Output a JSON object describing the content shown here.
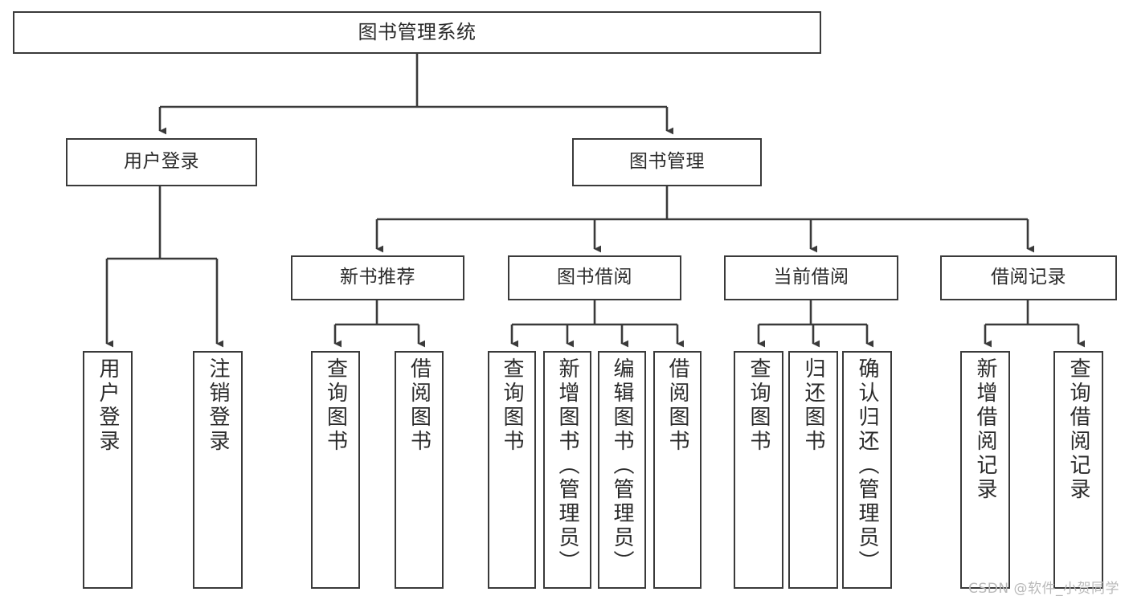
{
  "diagram": {
    "type": "tree",
    "title": "图书管理系统",
    "watermark": "CSDN @软件_小贺同学",
    "colors": {
      "stroke": "#3a3a3a",
      "fill": "#ffffff",
      "text": "#2b2b2b",
      "watermark": "#b9b9b9"
    },
    "root": {
      "label": "图书管理系统"
    },
    "level1": [
      {
        "label": "用户登录"
      },
      {
        "label": "图书管理"
      }
    ],
    "level2": [
      {
        "label": "新书推荐"
      },
      {
        "label": "图书借阅"
      },
      {
        "label": "当前借阅"
      },
      {
        "label": "借阅记录"
      }
    ],
    "leaves": {
      "user_login": [
        {
          "label": "用户登录"
        },
        {
          "label": "注销登录"
        }
      ],
      "new_book": [
        {
          "label": "查询图书"
        },
        {
          "label": "借阅图书"
        }
      ],
      "book_borrow": [
        {
          "label": "查询图书"
        },
        {
          "label": "新增图书（管理员）"
        },
        {
          "label": "编辑图书（管理员）"
        },
        {
          "label": "借阅图书"
        }
      ],
      "current_borrow": [
        {
          "label": "查询图书"
        },
        {
          "label": "归还图书"
        },
        {
          "label": "确认归还（管理员）"
        }
      ],
      "borrow_record": [
        {
          "label": "新增借阅记录"
        },
        {
          "label": "查询借阅记录"
        }
      ]
    }
  }
}
